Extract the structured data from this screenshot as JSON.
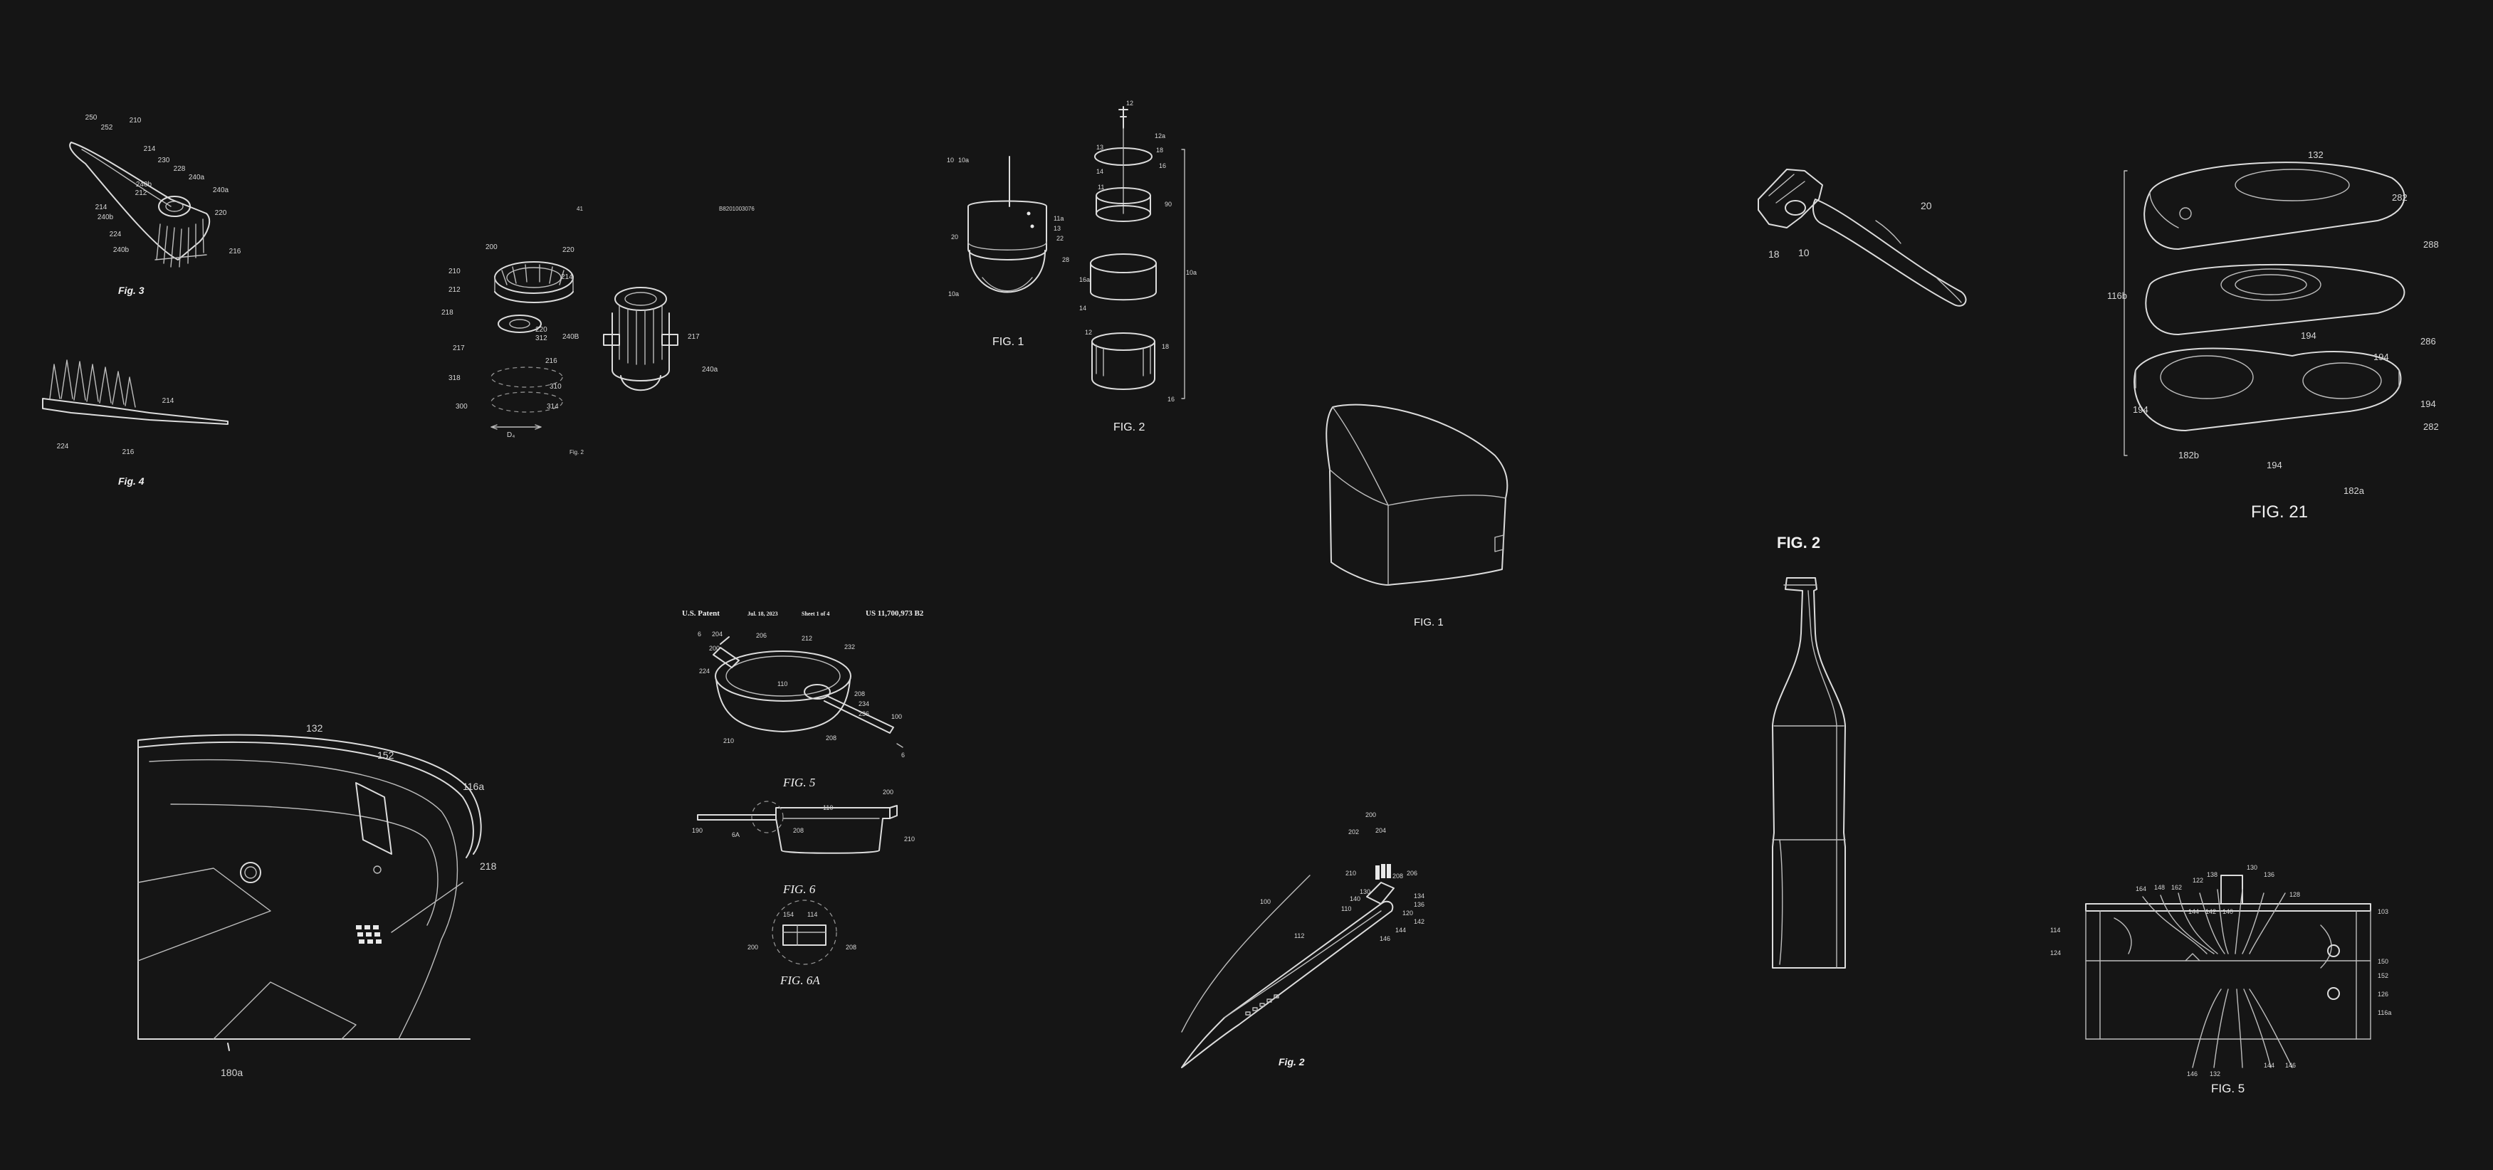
{
  "collage": {
    "background": "#151515",
    "line_color": "#dcdcdc"
  },
  "figures": {
    "toothbrush_head": {
      "fig3": "Fig. 3",
      "fig4": "Fig. 4",
      "labels_fig3": [
        "250",
        "252",
        "210",
        "214",
        "230",
        "228",
        "240a",
        "240b",
        "212",
        "240a",
        "214",
        "240b",
        "220",
        "224",
        "240b",
        "216"
      ],
      "labels_fig4": [
        "214",
        "224",
        "216"
      ]
    },
    "cartridge": {
      "header_left": "41",
      "header_right": "B8201003076",
      "labels": [
        "200",
        "220",
        "210",
        "214",
        "212",
        "218",
        "220",
        "312",
        "240B",
        "217",
        "217",
        "216",
        "240a",
        "318",
        "310",
        "300",
        "314"
      ],
      "dim_label": "D₄",
      "caption": "Fig. 2"
    },
    "dome_device": {
      "labels_fig1": [
        "10",
        "10a",
        "11a",
        "13",
        "22",
        "28",
        "20",
        "10a"
      ],
      "labels_fig2": [
        "12",
        "12a",
        "13",
        "18",
        "16",
        "14",
        "11",
        "90",
        "16a",
        "14",
        "18",
        "12",
        "10a",
        "16"
      ],
      "caption1": "FIG. 1",
      "caption2": "FIG. 2"
    },
    "chair": {
      "caption": "FIG. 1"
    },
    "razor": {
      "labels": [
        "18",
        "10",
        "20"
      ]
    },
    "bottle": {
      "caption": "FIG. 2"
    },
    "battery_case": {
      "labels": [
        "132",
        "282",
        "288",
        "116b",
        "286",
        "194",
        "194",
        "194",
        "194",
        "282",
        "182b",
        "182a",
        "194"
      ],
      "caption": "FIG. 21"
    },
    "pot_patent": {
      "header": {
        "left": "U.S. Patent",
        "date": "Jul. 18, 2023",
        "sheet": "Sheet 1 of 4",
        "number": "US 11,700,973 B2"
      },
      "fig5_labels": [
        "6",
        "200",
        "204",
        "206",
        "224",
        "212",
        "232",
        "208",
        "110",
        "234",
        "236",
        "100",
        "210",
        "208",
        "6"
      ],
      "fig5": "FIG. 5",
      "fig6_labels": [
        "200",
        "190",
        "110",
        "6A",
        "208",
        "210"
      ],
      "fig6": "FIG. 6",
      "fig6a_labels": [
        "154",
        "114",
        "200",
        "208"
      ],
      "fig6a": "FIG. 6A"
    },
    "bin_corner": {
      "labels": [
        "132",
        "152",
        "116a",
        "218",
        "180a"
      ]
    },
    "electric_toothbrush": {
      "labels": [
        "200",
        "202",
        "204",
        "210",
        "206",
        "208",
        "100",
        "130",
        "140",
        "110",
        "112",
        "134",
        "136",
        "120",
        "142",
        "144",
        "146"
      ],
      "caption": "Fig. 2"
    },
    "housing_section": {
      "labels": [
        "164",
        "148",
        "162",
        "122",
        "138",
        "136",
        "130",
        "128",
        "114",
        "124",
        "144",
        "142",
        "140",
        "150",
        "152",
        "126",
        "103",
        "116a",
        "146",
        "132",
        "144",
        "146"
      ],
      "caption": "FIG. 5"
    }
  }
}
